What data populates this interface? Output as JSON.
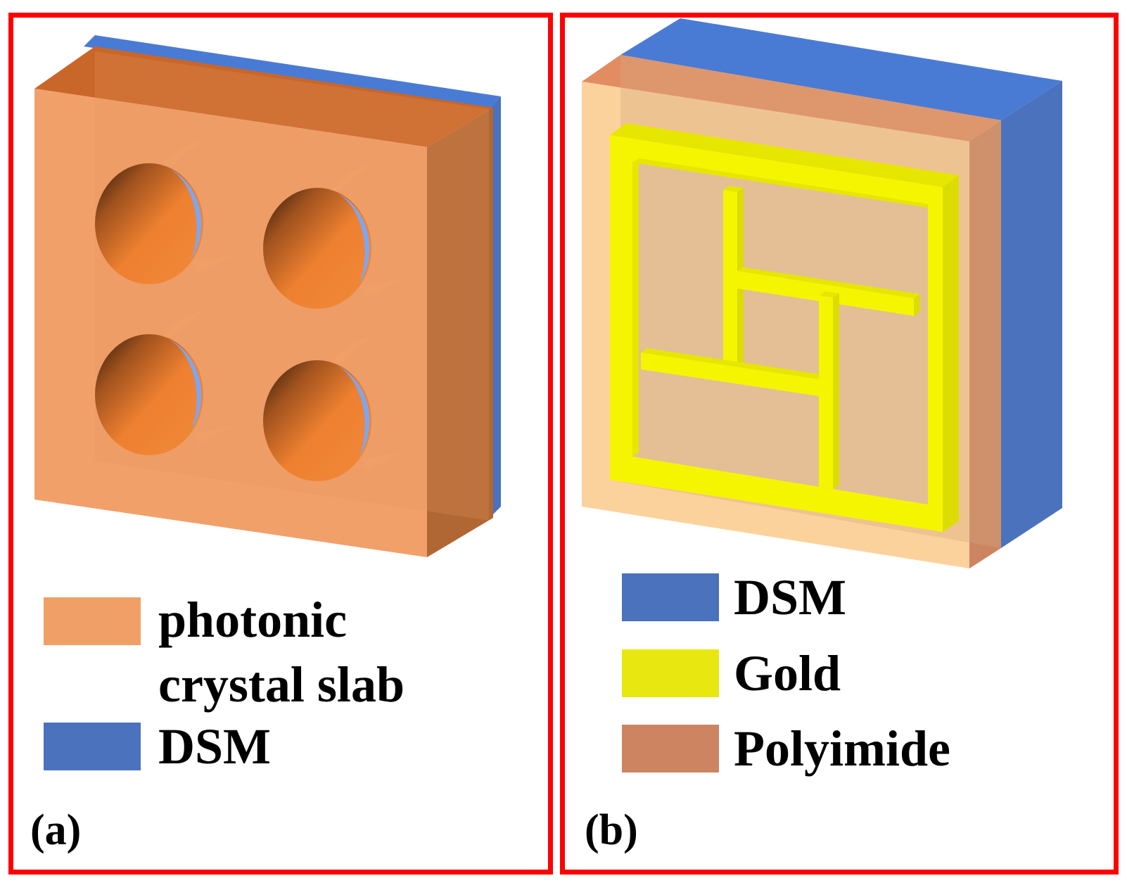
{
  "colors": {
    "frame": "#ff0000",
    "slab": "#f0a066",
    "dsm": "#4a72bd",
    "gold": "#f5f500",
    "polyimide": "#cd8461",
    "hole_view": "#7ea6f0"
  },
  "panel_a": {
    "tag": "(a)",
    "legend": [
      {
        "label_line1": "photonic",
        "label_line2": "crystal slab",
        "color_key": "slab"
      },
      {
        "label_line1": "DSM",
        "color_key": "dsm"
      }
    ]
  },
  "panel_b": {
    "tag": "(b)",
    "legend": [
      {
        "label": "DSM",
        "color_key": "dsm"
      },
      {
        "label": "Gold",
        "color_key": "gold"
      },
      {
        "label": "Polyimide",
        "color_key": "polyimide"
      }
    ]
  }
}
